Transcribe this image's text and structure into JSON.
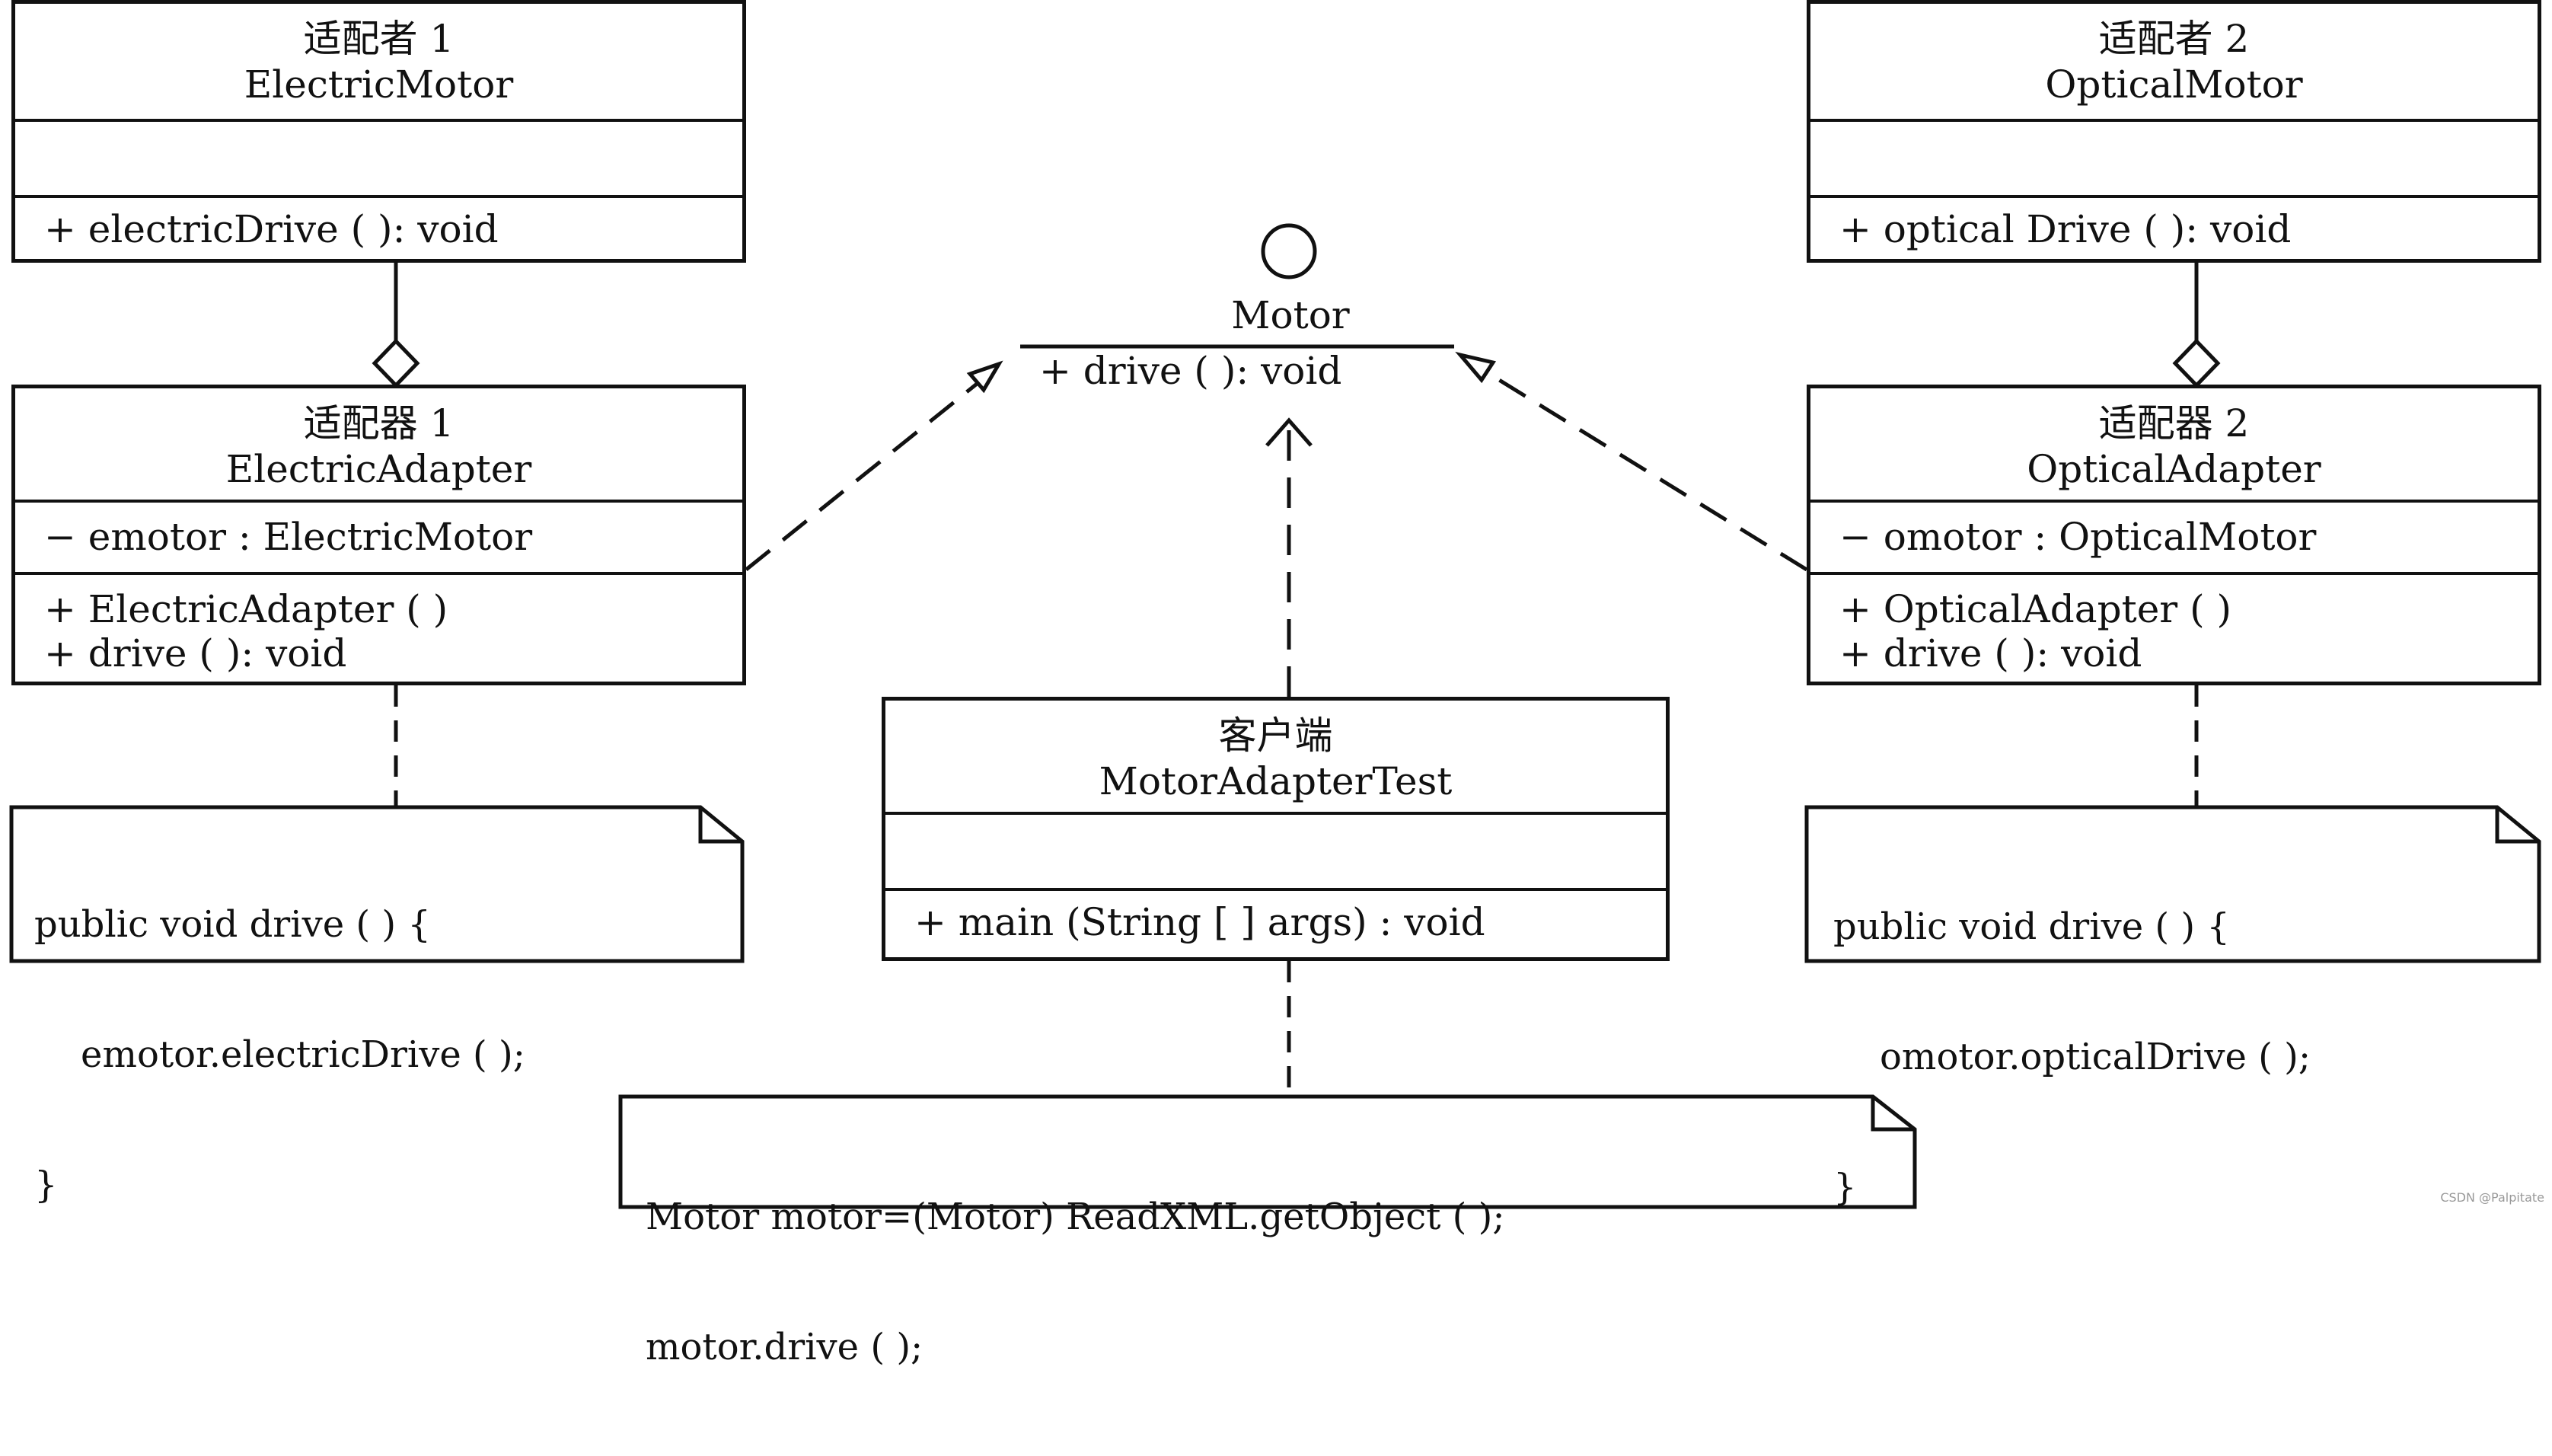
{
  "adaptee1": {
    "stereotype": "适配者 1",
    "name": "ElectricMotor",
    "attributes": [],
    "operations": [
      "+ electricDrive ( ): void"
    ]
  },
  "adaptee2": {
    "stereotype": "适配者 2",
    "name": "OpticalMotor",
    "attributes": [],
    "operations": [
      "+ optical Drive ( ): void"
    ]
  },
  "interface": {
    "name": "Motor",
    "operation": "+ drive ( ): void"
  },
  "adapter1": {
    "stereotype": "适配器 1",
    "name": "ElectricAdapter",
    "attributes": [
      "− emotor : ElectricMotor"
    ],
    "operations": [
      "+ ElectricAdapter ( )",
      "+ drive ( ): void"
    ]
  },
  "adapter2": {
    "stereotype": "适配器 2",
    "name": "OpticalAdapter",
    "attributes": [
      "− omotor : OpticalMotor"
    ],
    "operations": [
      "+ OpticalAdapter ( )",
      "+ drive ( ): void"
    ]
  },
  "client": {
    "stereotype": "客户端",
    "name": "MotorAdapterTest",
    "attributes": [],
    "operations": [
      "+ main (String [ ] args) : void"
    ]
  },
  "note1": {
    "lines": [
      "public void drive ( ) {",
      "    emotor.electricDrive ( );",
      "}"
    ]
  },
  "note2": {
    "lines": [
      "public void drive ( ) {",
      "    omotor.opticalDrive ( );",
      "}"
    ]
  },
  "note3": {
    "lines": [
      "Motor motor=(Motor) ReadXML.getObject ( );",
      "motor.drive ( );"
    ]
  },
  "watermark": "CSDN @Palpitate"
}
